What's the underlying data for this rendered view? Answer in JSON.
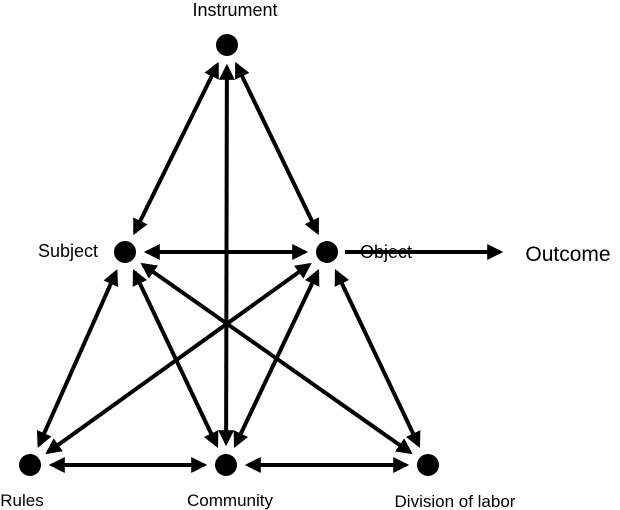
{
  "diagram": {
    "type": "activity-system-triangle",
    "nodes": [
      {
        "id": "instrument",
        "label": "Instrument"
      },
      {
        "id": "subject",
        "label": "Subject"
      },
      {
        "id": "object",
        "label": "Object"
      },
      {
        "id": "rules",
        "label": "Rules"
      },
      {
        "id": "community",
        "label": "Community"
      },
      {
        "id": "division",
        "label": "Division of labor"
      }
    ],
    "outcome": {
      "label": "Outcome"
    },
    "edges": [
      {
        "from": "instrument",
        "to": "subject",
        "bidirectional": true
      },
      {
        "from": "instrument",
        "to": "object",
        "bidirectional": true
      },
      {
        "from": "instrument",
        "to": "community",
        "bidirectional": true
      },
      {
        "from": "subject",
        "to": "object",
        "bidirectional": true
      },
      {
        "from": "subject",
        "to": "rules",
        "bidirectional": true
      },
      {
        "from": "subject",
        "to": "community",
        "bidirectional": true
      },
      {
        "from": "subject",
        "to": "division",
        "bidirectional": true
      },
      {
        "from": "object",
        "to": "rules",
        "bidirectional": true
      },
      {
        "from": "object",
        "to": "community",
        "bidirectional": true
      },
      {
        "from": "object",
        "to": "division",
        "bidirectional": true
      },
      {
        "from": "rules",
        "to": "community",
        "bidirectional": true
      },
      {
        "from": "community",
        "to": "division",
        "bidirectional": true
      },
      {
        "from": "object",
        "to": "outcome",
        "bidirectional": false
      }
    ],
    "colors": {
      "stroke": "#000000",
      "node": "#000000",
      "background": "#ffffff"
    }
  }
}
